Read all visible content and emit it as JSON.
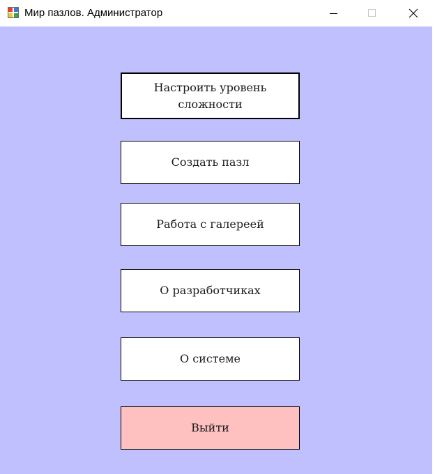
{
  "window": {
    "title": "Мир пазлов. Администратор"
  },
  "colors": {
    "client_background": "#C0C0FF",
    "button_background": "#FFFFFF",
    "exit_button_background": "#FFC0C0"
  },
  "icons": {
    "app": "app-window-icon",
    "minimize": "minimize-icon",
    "maximize": "maximize-icon",
    "close": "close-icon"
  },
  "menu": {
    "difficulty_label": "Настроить уровень сложности",
    "create_puzzle_label": "Создать пазл",
    "gallery_label": "Работа с галереей",
    "developers_label": "О разработчиках",
    "about_system_label": "О системе",
    "exit_label": "Выйти"
  }
}
